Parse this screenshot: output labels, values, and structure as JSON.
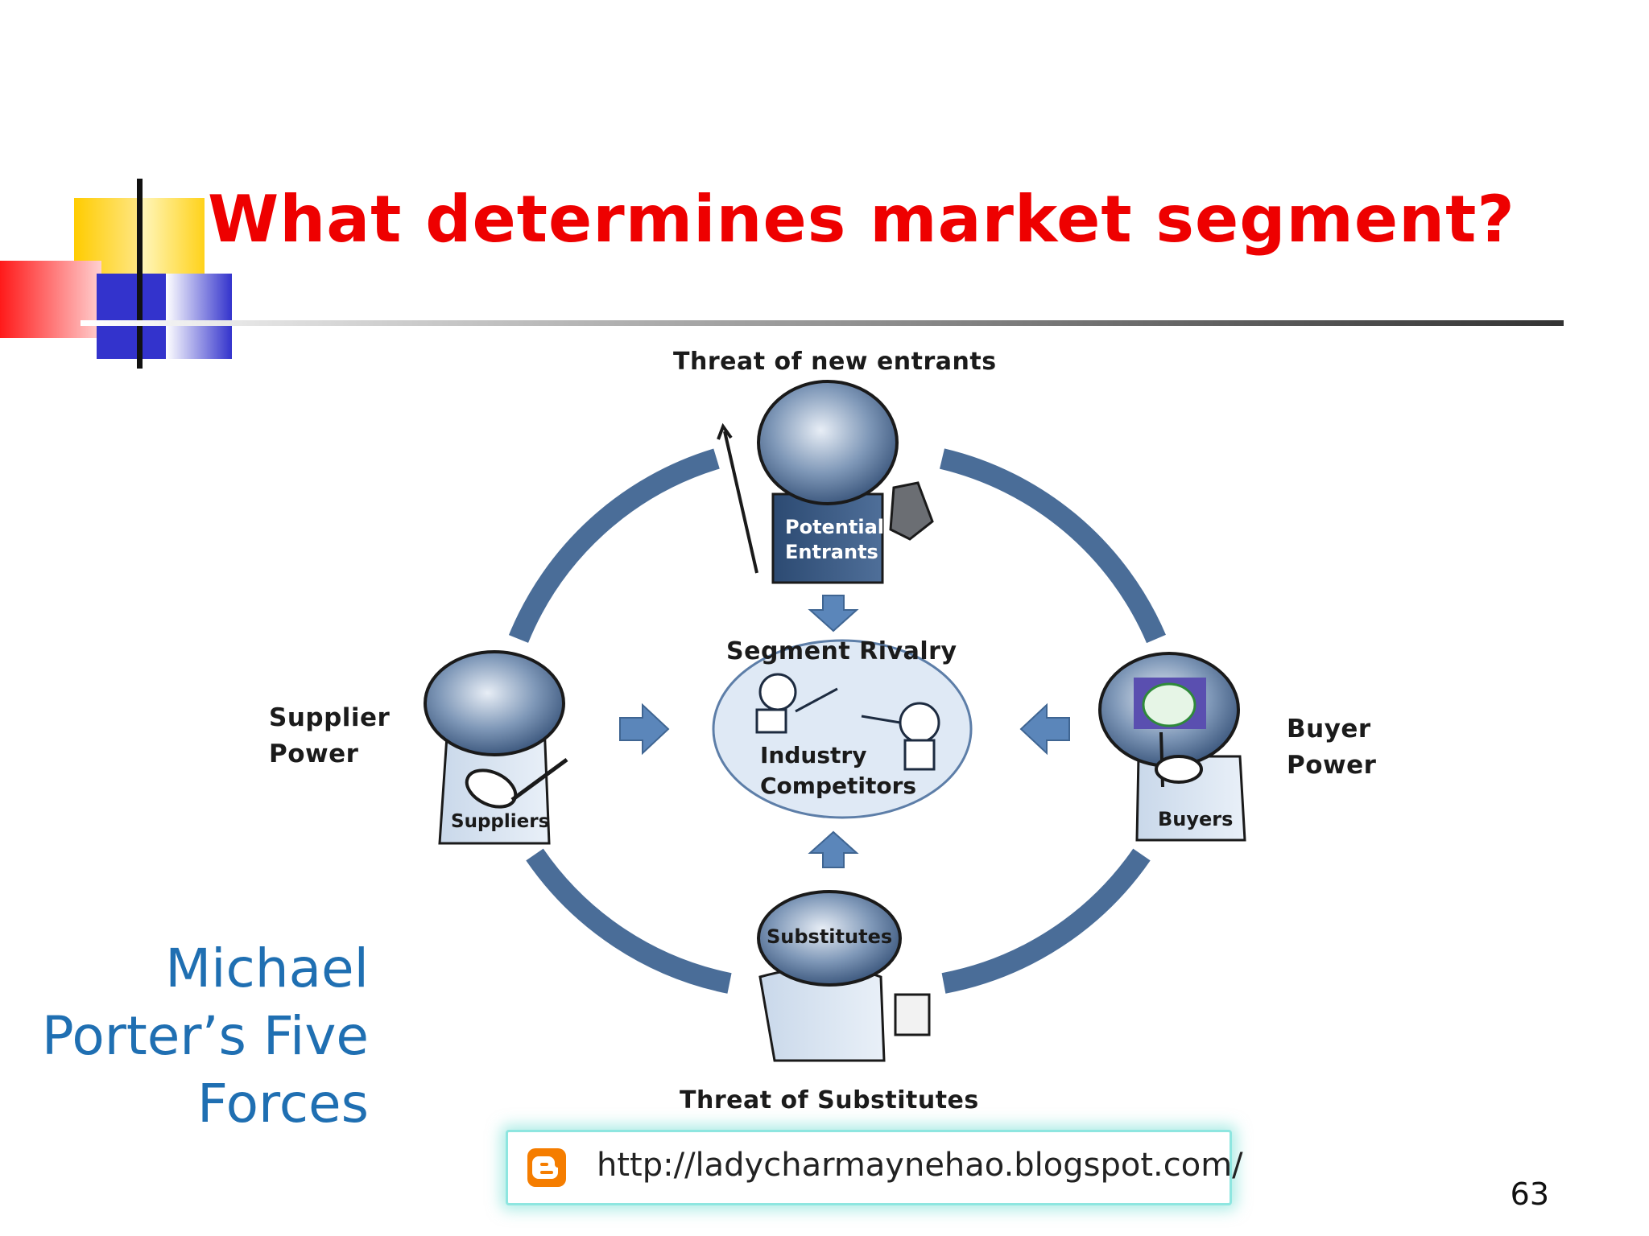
{
  "slide": {
    "title": "What determines market segment?",
    "caption": "Michael\nPorter’s Five\nForces",
    "page_number": "63"
  },
  "diagram": {
    "top_label": "Threat of new entrants",
    "bottom_label": "Threat of Substitutes",
    "left_label": "Supplier\nPower",
    "right_label": "Buyer\nPower",
    "center_label": "Segment Rivalry",
    "figures": {
      "top": "Potential\nEntrants",
      "left": "Suppliers",
      "right": "Buyers",
      "bottom": "Substitutes",
      "center": "Industry\nCompetitors"
    },
    "accent_color": "#4a6d98"
  },
  "footer": {
    "url": "http://ladycharmaynehao.blogspot.com/",
    "icon": "blogger-icon"
  },
  "colors": {
    "title": "#ee0000",
    "caption": "#1f6fb2",
    "deco_yellow": "#ffcc00",
    "deco_blue": "#3333cc",
    "deco_red": "#ff2222"
  }
}
